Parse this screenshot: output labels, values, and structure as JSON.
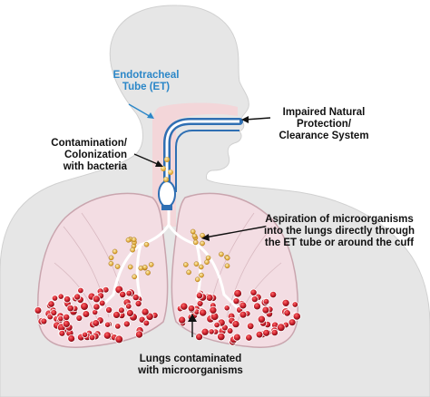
{
  "diagram": {
    "colors": {
      "silhouette": "#e6e6e6",
      "lung": "#f3dde3",
      "lung_outline": "#c9a5ae",
      "tube": "#2f6fb3",
      "airway": "#f4d2d6",
      "alveolus": "#c81e2b",
      "bacteria": "#e3b23c",
      "label_blue": "#2b87c8"
    },
    "labels": {
      "et_line1": "Endotracheal",
      "et_line2": "Tube (ET)",
      "impaired_line1": "Impaired Natural",
      "impaired_line2": "Protection/",
      "impaired_line3": "Clearance System",
      "contam_line1": "Contamination/",
      "contam_line2": "Colonization",
      "contam_line3": "with bacteria",
      "aspiration_line1": "Aspiration of microorganisms",
      "aspiration_line2": "into the lungs directly through",
      "aspiration_line3": "the ET tube or around the cuff",
      "lungs_line1": "Lungs contaminated",
      "lungs_line2": "with microorganisms"
    }
  }
}
